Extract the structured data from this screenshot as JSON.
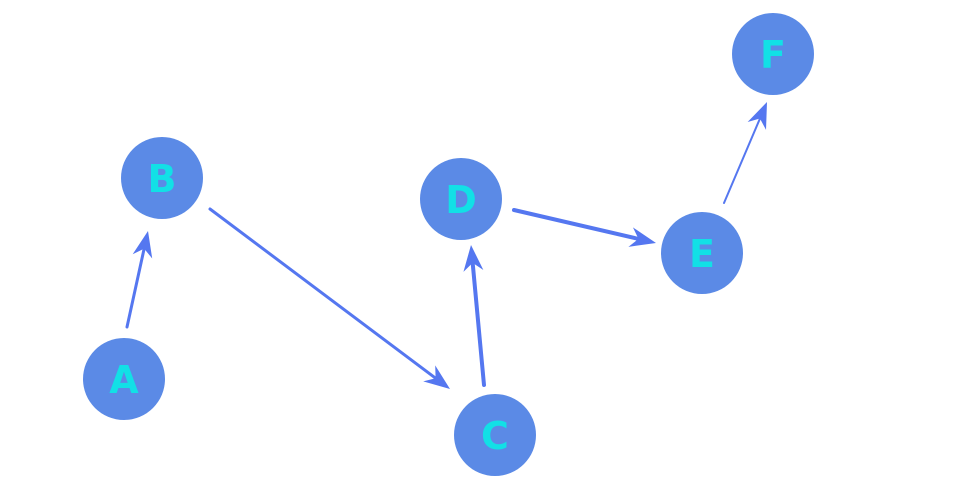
{
  "diagram": {
    "type": "directed-graph",
    "node_color": "#5b8ae6",
    "label_color": "#12e0e6",
    "edge_color": "#5577f0",
    "nodes": [
      {
        "id": "A",
        "label": "A"
      },
      {
        "id": "B",
        "label": "B"
      },
      {
        "id": "C",
        "label": "C"
      },
      {
        "id": "D",
        "label": "D"
      },
      {
        "id": "E",
        "label": "E"
      },
      {
        "id": "F",
        "label": "F"
      }
    ],
    "edges": [
      {
        "from": "A",
        "to": "B"
      },
      {
        "from": "B",
        "to": "C"
      },
      {
        "from": "C",
        "to": "D"
      },
      {
        "from": "D",
        "to": "E"
      },
      {
        "from": "E",
        "to": "F"
      }
    ]
  }
}
